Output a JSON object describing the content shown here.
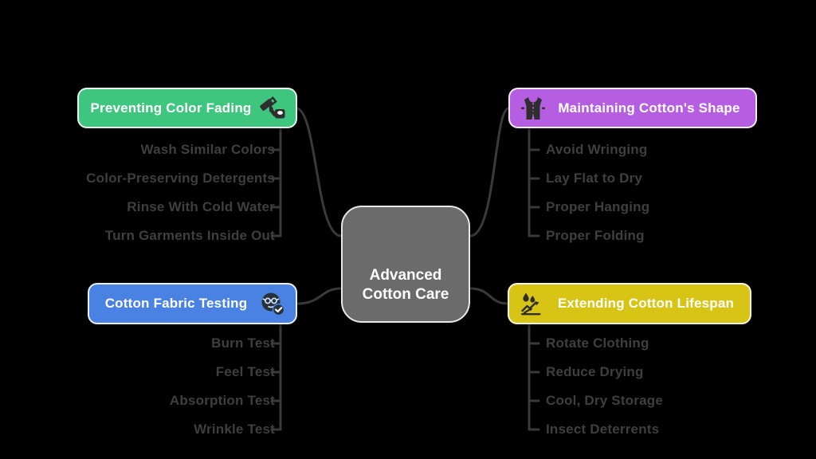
{
  "background": "#000000",
  "center": {
    "title": "Advanced Cotton Care",
    "lines": [
      "Advanced",
      "Cotton Care"
    ],
    "color": "#6b6b6b"
  },
  "branches": [
    {
      "id": "fading",
      "label": "Preventing Color Fading",
      "color": "#3ec57e",
      "icon": "paint-roller-icon",
      "items": [
        "Wash Similar Colors",
        "Color-Preserving Detergents",
        "Rinse With Cold Water",
        "Turn Garments Inside Out"
      ]
    },
    {
      "id": "shape",
      "label": "Maintaining Cotton's Shape",
      "color": "#b55ee2",
      "icon": "vest-icon",
      "items": [
        "Avoid Wringing",
        "Lay Flat to Dry",
        "Proper Hanging",
        "Proper Folding"
      ]
    },
    {
      "id": "testing",
      "label": "Cotton Fabric Testing",
      "color": "#4a82e4",
      "icon": "inspector-check-icon",
      "items": [
        "Burn Test",
        "Feel Test",
        "Absorption Test",
        "Wrinkle Test"
      ]
    },
    {
      "id": "lifespan",
      "label": "Extending Cotton Lifespan",
      "color": "#d7c414",
      "icon": "drops-growth-icon",
      "items": [
        "Rotate Clothing",
        "Reduce Drying",
        "Cool, Dry Storage",
        "Insect Deterrents"
      ]
    }
  ],
  "colors": {
    "connector": "#3a3a3a",
    "leaf_text": "#3f3f3f",
    "icon_dark": "#2e2e2e"
  }
}
